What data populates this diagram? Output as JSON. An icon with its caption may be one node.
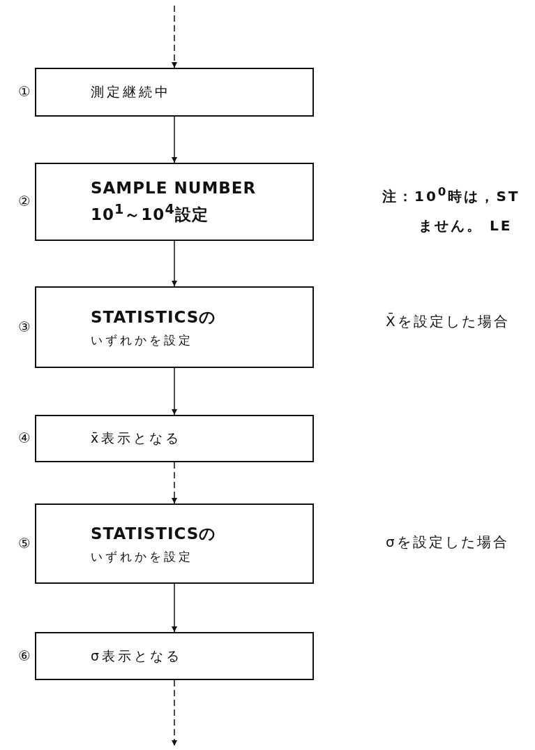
{
  "diagram": {
    "nodes": [
      {
        "text": [
          "測定継続中"
        ],
        "beside": [
          "①"
        ]
      },
      {
        "text": [
          "SAMPLE NUMBER",
          "10$^{1}$～10$^{4}$設定"
        ],
        "beside": [
          "②"
        ]
      },
      {
        "text": [
          "STATISTICSの",
          "いずれかを設定"
        ],
        "beside": [
          "③"
        ]
      },
      {
        "text": [
          "x̄表示となる"
        ],
        "beside": [
          "④"
        ]
      },
      {
        "text": [
          "STATISTICSの",
          "いずれかを設定"
        ],
        "beside": [
          "⑤"
        ]
      },
      {
        "text": [
          "σ表示となる"
        ],
        "beside": [
          "⑥"
        ]
      }
    ],
    "edges": [
      {
        "from": null,
        "to": 0,
        "arrow": "to",
        "style": "dashed"
      },
      {
        "from": 0,
        "to": 1,
        "arrow": "to"
      },
      {
        "from": 1,
        "to": 2,
        "arrow": "to"
      },
      {
        "from": 2,
        "to": 3,
        "arrow": "to"
      },
      {
        "from": 3,
        "to": 4,
        "arrow": "to",
        "style": "dashed"
      },
      {
        "from": 4,
        "to": 5,
        "arrow": "to"
      },
      {
        "from": 5,
        "to": null,
        "arrow": "to",
        "style": "dashed"
      }
    ],
    "labels": [
      "注：10$^{0}$時は，ST",
      "ません。 LE",
      "X̄を設定した場合",
      "σを設定した場合"
    ]
  }
}
